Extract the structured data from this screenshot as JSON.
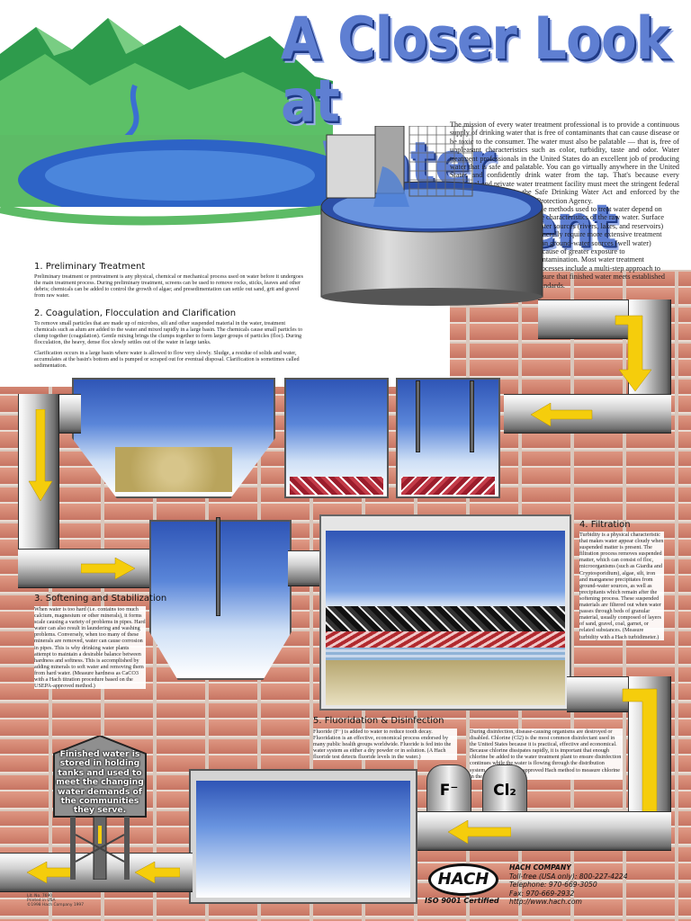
{
  "title": {
    "line1": "A Closer Look at",
    "line2": "Water Treatment"
  },
  "intro": {
    "para1": "The mission of every water treatment professional is to provide a continuous supply of drinking water that is free of contaminants that can cause disease or be toxic to the consumer. The water must also be palatable — that is, free of unpleasant characteristics such as color, turbidity, taste and odor. Water treatment professionals in the United States do an excellent job of producing water that is safe and palatable. You can go virtually anywhere in the United States and confidently drink water from the tap. That's because every municipal and private water treatment facility must meet the stringent federal guidelines set forth in the Safe Drinking Water Act and enforced by the United States Environmental Protection Agency.",
    "para2": "The methods used to treat water depend on the characteristics of the raw water. Surface water sources (rivers, lakes, and reservoirs) generally require more extensive treatment than ground-water sources (well water) because of greater exposure to contamination. Most water treatment processes include a multi-step approach to ensure that finished water meets established standards."
  },
  "sections": {
    "s1": {
      "heading": "1. Preliminary Treatment",
      "text": "Preliminary treatment or pretreatment is any physical, chemical or mechanical process used on water before it undergoes the main treatment process. During preliminary treatment, screens can be used to remove rocks, sticks, leaves and other debris; chemicals can be added to control the growth of algae; and presedimentation can settle out sand, grit and gravel from raw water."
    },
    "s2": {
      "heading": "2. Coagulation, Flocculation and Clarification",
      "text1": "To remove small particles that are made up of microbes, silt and other suspended material in the water, treatment chemicals such as alum are added to the water and mixed rapidly in a large basin. The chemicals cause small particles to clump together (coagulation). Gentle mixing brings the clumps together to form larger groups of particles (floc). During flocculation, the heavy, dense floc slowly settles out of the water in large tanks.",
      "text2": "Clarification occurs in a large basin where water is allowed to flow very slowly. Sludge, a residue of solids and water, accumulates at the basin's bottom and is pumped or scraped out for eventual disposal. Clarification is sometimes called sedimentation."
    },
    "s3": {
      "heading": "3. Softening and Stabilization",
      "text": "When water is too hard (i.e. contains too much calcium, magnesium or other minerals), it forms scale causing a variety of problems in pipes. Hard water can also result in laundering and washing problems. Conversely, when too many of these minerals are removed, water can cause corrosion in pipes. This is why drinking water plants attempt to maintain a desirable balance between hardness and softness. This is accomplished by adding minerals to soft water and removing them from hard water. (Measure hardness as CaCO3 with a Hach titration procedure based on the USEPA-approved method.)"
    },
    "s4": {
      "heading": "4. Filtration",
      "text": "Turbidity is a physical characteristic that makes water appear cloudy when suspended matter is present. The filtration process removes suspended matter, which can consist of floc, microorganisms (such as Giardia and Cryptosporidium), algae, silt, iron and manganese precipitates from ground-water sources, as well as precipitants which remain after the softening process. These suspended materials are filtered out when water passes through beds of granular material, usually composed of layers of sand, gravel, coal, garnet, or related substances. (Measure turbidity with a Hach turbidimeter.)"
    },
    "s5": {
      "heading": "5. Fluoridation & Disinfection",
      "text1": "Fluoride (F⁻) is added to water to reduce tooth decay. Fluoridation is an effective, economical process endorsed by many public health groups worldwide. Fluoride is fed into the water system as either a dry powder or in solution. (A Hach fluoride test detects fluoride levels in the water.)",
      "text2": "During disinfection, disease-causing organisms are destroyed or disabled. Chlorine (Cl2) is the most common disinfectant used in the United States because it is practical, effective and economical. Because chlorine dissipates rapidly, it is important that enough chlorine be added to the water treatment plant to ensure disinfection continues while the water is flowing through the distribution system. (Use a USEPA-approved Hach method to measure chlorine in the water.)"
    }
  },
  "tower": {
    "text": "Finished water is stored in holding tanks and used to meet the changing water demands of the communities they serve."
  },
  "chemicals": {
    "fluoride": "F⁻",
    "chlorine": "Cl₂"
  },
  "hach": {
    "logo": "HACH",
    "company": "HACH COMPANY",
    "tollfree": "Toll-free (USA only): 800-227-4224",
    "telephone": "Telephone: 970-669-3050",
    "fax": "Fax: 970-669-2932",
    "web": "http://www.hach.com",
    "iso": "ISO 9001 Certified"
  },
  "footer": {
    "line1": "Lit. No. 7690",
    "line2": "Printed in USA",
    "line3": "©1998 Hach Company 1997"
  },
  "colors": {
    "title": "#5f7fd2",
    "arrow": "#f5cd0c",
    "brick": "#d38672",
    "water": "#2f55b6"
  }
}
